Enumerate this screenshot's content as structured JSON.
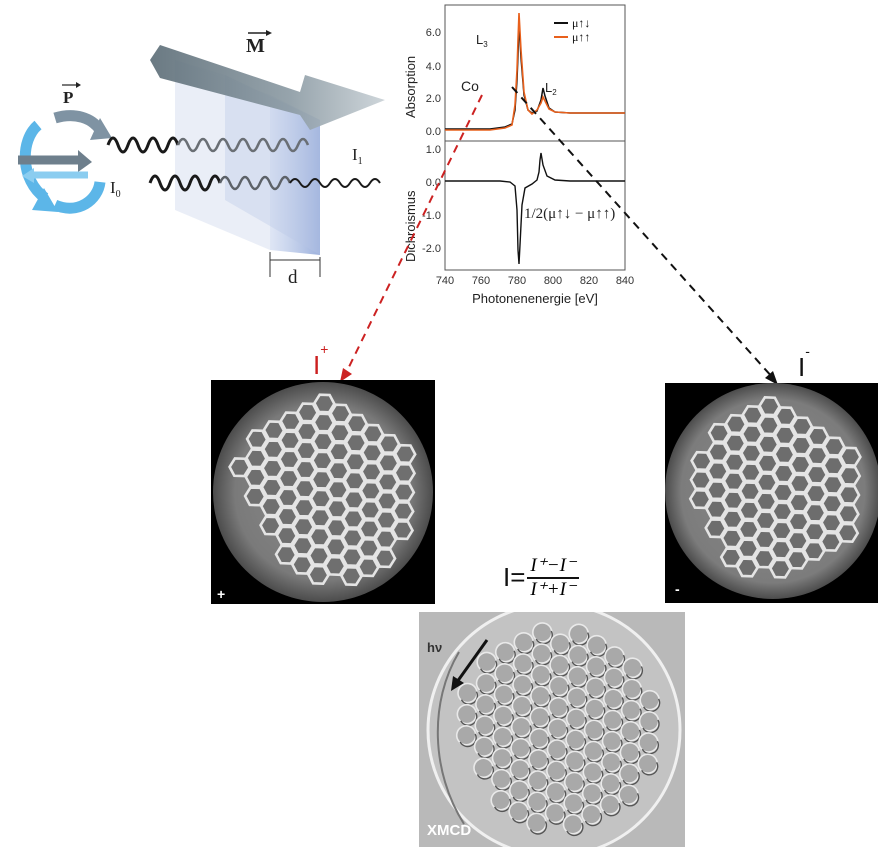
{
  "schematic": {
    "magnetization_label": "M",
    "polarization_label": "P",
    "incident_intensity_label": "I",
    "incident_intensity_sub": "0",
    "transmitted_intensity_label": "I",
    "transmitted_intensity_sub": "1",
    "thickness_label": "d"
  },
  "plot": {
    "x_axis_title": "Photonenenergie [eV]",
    "x_ticks": [
      "740",
      "760",
      "780",
      "800",
      "820",
      "840"
    ],
    "top": {
      "ylabel": "Absorption",
      "y_ticks": [
        "6.0",
        "4.0",
        "2.0",
        "0.0"
      ],
      "legend": [
        {
          "name": "μ↑↓",
          "color": "#000000"
        },
        {
          "name": "μ↑↑",
          "color": "#e8601c"
        }
      ],
      "element_label": "Co",
      "edge_l3": "L",
      "edge_l3_sub": "3",
      "edge_l2": "L",
      "edge_l2_sub": "2"
    },
    "bottom": {
      "ylabel": "Dichroismus",
      "y_ticks": [
        "1.0",
        "0.0",
        "-1.0",
        "-2.0"
      ],
      "annotation": "1/2(μ↑↓ − μ↑↑)"
    }
  },
  "images": {
    "left": {
      "title": "I",
      "title_sup": "+",
      "corner": "+",
      "title_color": "#cc1f1f"
    },
    "right": {
      "title": "I",
      "title_sup": "-",
      "corner": "-",
      "title_color": "#111111"
    },
    "bottom": {
      "corner_label": "XMCD",
      "beam_label": "hν"
    }
  },
  "formula": {
    "lhs": "I=",
    "numerator": "I⁺−I⁻",
    "denominator": "I⁺+I⁻"
  },
  "colors": {
    "red_arrow": "#cc2222",
    "black_arrow": "#111111",
    "absorption_mu_parallel": "#e8601c"
  }
}
